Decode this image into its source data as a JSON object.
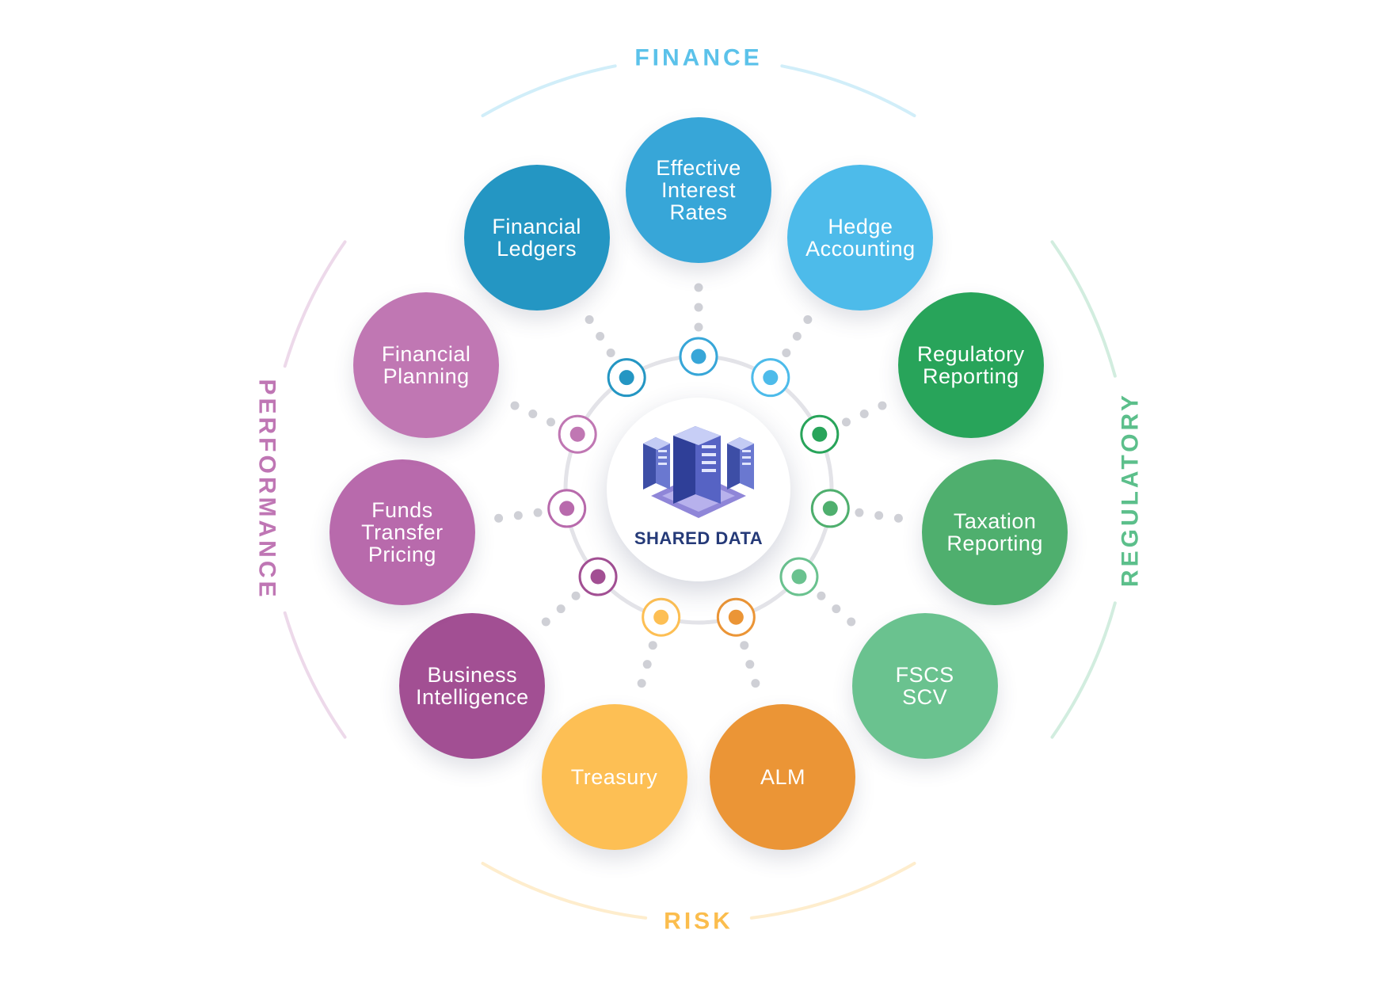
{
  "hub": {
    "label": "SHARED DATA"
  },
  "sections": [
    {
      "id": "finance",
      "label": "FINANCE",
      "color": "#5bc2ea"
    },
    {
      "id": "regulatory",
      "label": "REGULATORY",
      "color": "#5cbf8b"
    },
    {
      "id": "risk",
      "label": "RISK",
      "color": "#fbbd4d"
    },
    {
      "id": "performance",
      "label": "PERFORMANCE",
      "color": "#bf76b4"
    }
  ],
  "nodes": [
    {
      "label": "Effective\nInterest\nRates",
      "section": "finance",
      "color": "#37a6d8"
    },
    {
      "label": "Hedge\nAccounting",
      "section": "finance",
      "color": "#4dbbea"
    },
    {
      "label": "Regulatory\nReporting",
      "section": "regulatory",
      "color": "#28a45a"
    },
    {
      "label": "Taxation\nReporting",
      "section": "regulatory",
      "color": "#4faf6e"
    },
    {
      "label": "FSCS\nSCV",
      "section": "regulatory",
      "color": "#6ac28f"
    },
    {
      "label": "ALM",
      "section": "risk",
      "color": "#eb9536"
    },
    {
      "label": "Treasury",
      "section": "risk",
      "color": "#fdbf54"
    },
    {
      "label": "Business\nIntelligence",
      "section": "performance",
      "color": "#a24f93"
    },
    {
      "label": "Funds\nTransfer\nPricing",
      "section": "performance",
      "color": "#b86aac"
    },
    {
      "label": "Financial\nPlanning",
      "section": "performance",
      "color": "#c077b3"
    },
    {
      "label": "Financial\nLedgers",
      "section": "finance",
      "color": "#2496c3"
    }
  ]
}
